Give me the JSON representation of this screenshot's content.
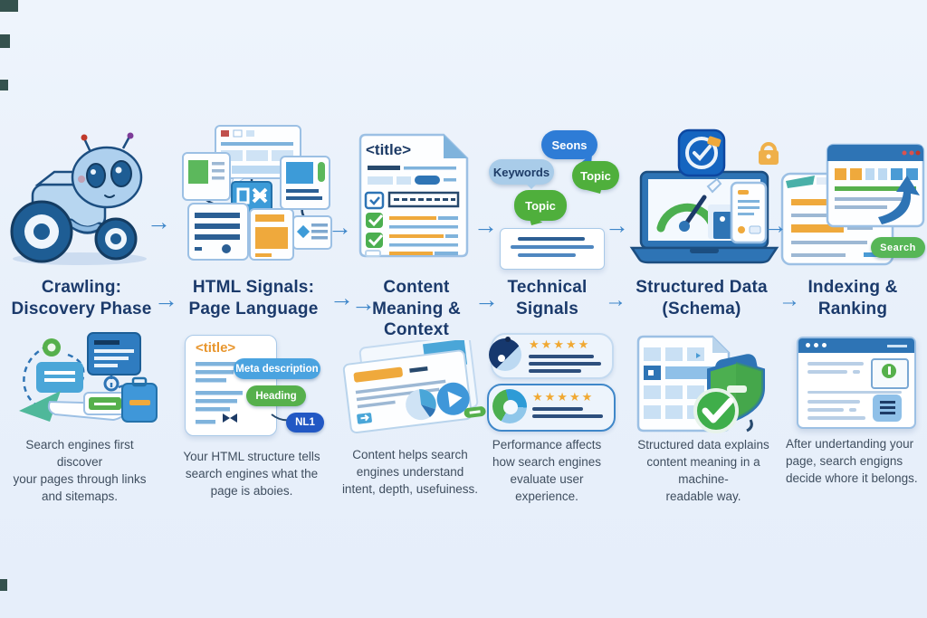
{
  "colors": {
    "background": "#e9f1fb",
    "title_navy": "#1b3a6b",
    "arrow_blue": "#3e86c9",
    "mid_blue": "#2e74b5",
    "sky_blue": "#4aa3e0",
    "green": "#4fae44",
    "orange": "#efa93c"
  },
  "labels": {
    "arrow": "→",
    "title_tag_top": "<title>",
    "title_tag_bottom": "<title>",
    "meta_description_badge": "Meta description",
    "heading_badge": "Heading",
    "nl1_badge": "NL1",
    "bubble_semantics": "Seons",
    "bubble_keywords": "Keywords",
    "bubble_topic_a": "Topic",
    "bubble_topic_b": "Topic",
    "search_button": "Search",
    "stars": "★★★★★"
  },
  "columns": [
    {
      "key": "crawling",
      "title": "Crawling:\nDiscovery Phase",
      "description": "Search engines first discover\nyour pages through links\nand sitemaps.",
      "top_illustration": "robot-crawler",
      "bottom_illustration": "link-discovery-map"
    },
    {
      "key": "html-signals",
      "title": "HTML Signals:\nPage Language",
      "description": "Your HTML structure tells\nsearch engines what the\npage is aboies.",
      "top_illustration": "connected-page-cards",
      "bottom_illustration": "document-with-markup-badges"
    },
    {
      "key": "content-meaning",
      "title": "Content\nMeaning &\nContext",
      "description": "Content helps search\nengines understand\nintent, depth, usefuiness.",
      "top_illustration": "title-checklist-document",
      "bottom_illustration": "content-media-cards"
    },
    {
      "key": "technical-signals",
      "title": "Technical\nSignals",
      "description": "Performance affects\nhow search engines\nevaluate user experience.",
      "top_illustration": "keyword-topic-bubbles",
      "bottom_illustration": "star-rating-cards"
    },
    {
      "key": "structured-data",
      "title": "Structured Data\n(Schema)",
      "description": "Structured data explains\ncontent meaning in a machine-\nreadable way.",
      "top_illustration": "laptop-speed-gauge",
      "bottom_illustration": "schema-grid-shield-check"
    },
    {
      "key": "indexing-ranking",
      "title": "Indexing &\nRanking",
      "description": "After undertanding your\npage, search engigns\ndecide whore it belongs.",
      "top_illustration": "search-result-windows",
      "bottom_illustration": "indexed-page-window"
    }
  ]
}
